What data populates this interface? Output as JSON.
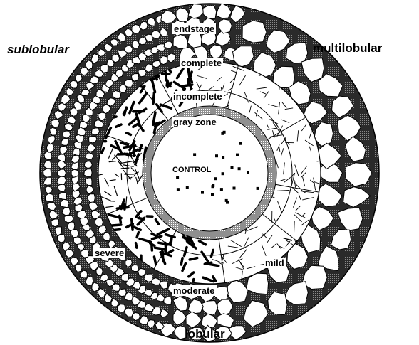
{
  "outer_labels": {
    "sublobular": "sublobular",
    "multilobular": "multilobular",
    "lobular": "lobular"
  },
  "zone_labels": {
    "endstage": "endstage",
    "complete": "complete",
    "incomplete": "incomplete",
    "gray_zone": "gray zone",
    "control": "CONTROL",
    "severe": "severe",
    "mild": "mild",
    "moderate": "moderate"
  },
  "colors": {
    "fibrosis": "#2a2a2a",
    "stippled": "#9a9a9a",
    "line": "#000000",
    "background": "#ffffff"
  }
}
